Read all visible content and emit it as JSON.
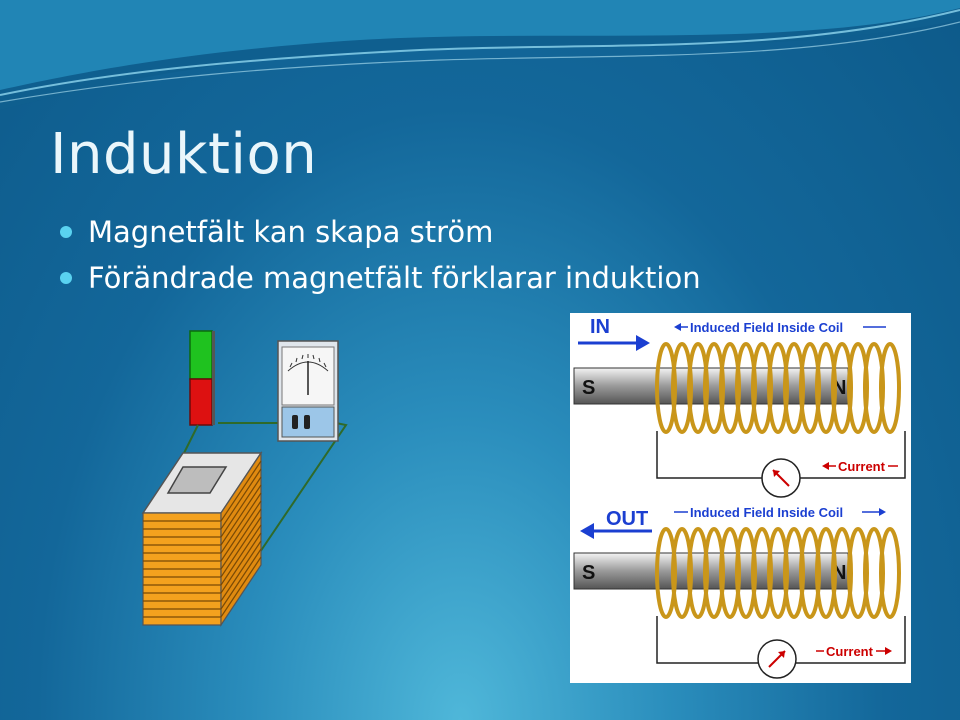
{
  "slide": {
    "title": "Induktion",
    "bullets": [
      "Magnetfält kan skapa ström",
      "Förändrade magnetfält förklarar induktion"
    ]
  },
  "figure_right": {
    "panels": [
      {
        "direction": "IN",
        "field_label": "Induced Field Inside Coil",
        "magnet_pole_left": "S",
        "magnet_pole_right": "N",
        "current_label": "Current"
      },
      {
        "direction": "OUT",
        "field_label": "Induced Field Inside Coil",
        "magnet_pole_left": "S",
        "magnet_pole_right": "N",
        "current_label": "Current"
      }
    ]
  },
  "colors": {
    "bullet": "#5ad2f0",
    "coil": "#d4a020",
    "arrow_blue": "#1b3fd1",
    "arrow_red": "#cc0000",
    "magnet_green": "#1fc21f",
    "magnet_red": "#dd1111"
  }
}
